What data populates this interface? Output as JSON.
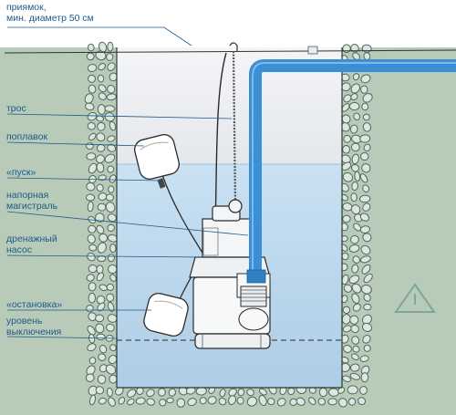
{
  "labels": {
    "pit_line1": "приямок,",
    "pit_line2": "мин. диаметр 50 см",
    "rope": "трос",
    "float": "поплавок",
    "start": "«пуск»",
    "pressure_line1": "напорная",
    "pressure_line2": "магистраль",
    "pump_line1": "дренажный",
    "pump_line2": "насос",
    "stop": "«остановка»",
    "level_line1": "уровень",
    "level_line2": "выключения"
  },
  "colors": {
    "label_text": "#1e5a8c",
    "water": "#c7dff0",
    "pipe": "#3b8fd4",
    "soil": "#b4c7b4",
    "stones": "#4a6a5a"
  }
}
